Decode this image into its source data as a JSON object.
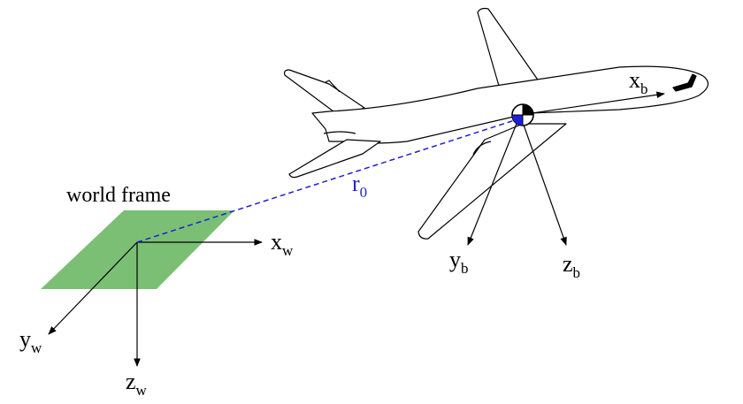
{
  "world_frame_label": "world frame",
  "labels": {
    "xw": {
      "base": "x",
      "sub": "w"
    },
    "yw": {
      "base": "y",
      "sub": "w"
    },
    "zw": {
      "base": "z",
      "sub": "w"
    },
    "xb": {
      "base": "x",
      "sub": "b"
    },
    "yb": {
      "base": "y",
      "sub": "b"
    },
    "zb": {
      "base": "z",
      "sub": "b"
    },
    "r0": {
      "base": "r",
      "sub": "0"
    }
  },
  "colors": {
    "plane_fill": "#7bbf75",
    "position_vector": "#1f1fd6",
    "axes": "#000000"
  },
  "icons": {
    "center_of_gravity": "cg-marker-icon",
    "aircraft": "airliner-outline-icon"
  }
}
